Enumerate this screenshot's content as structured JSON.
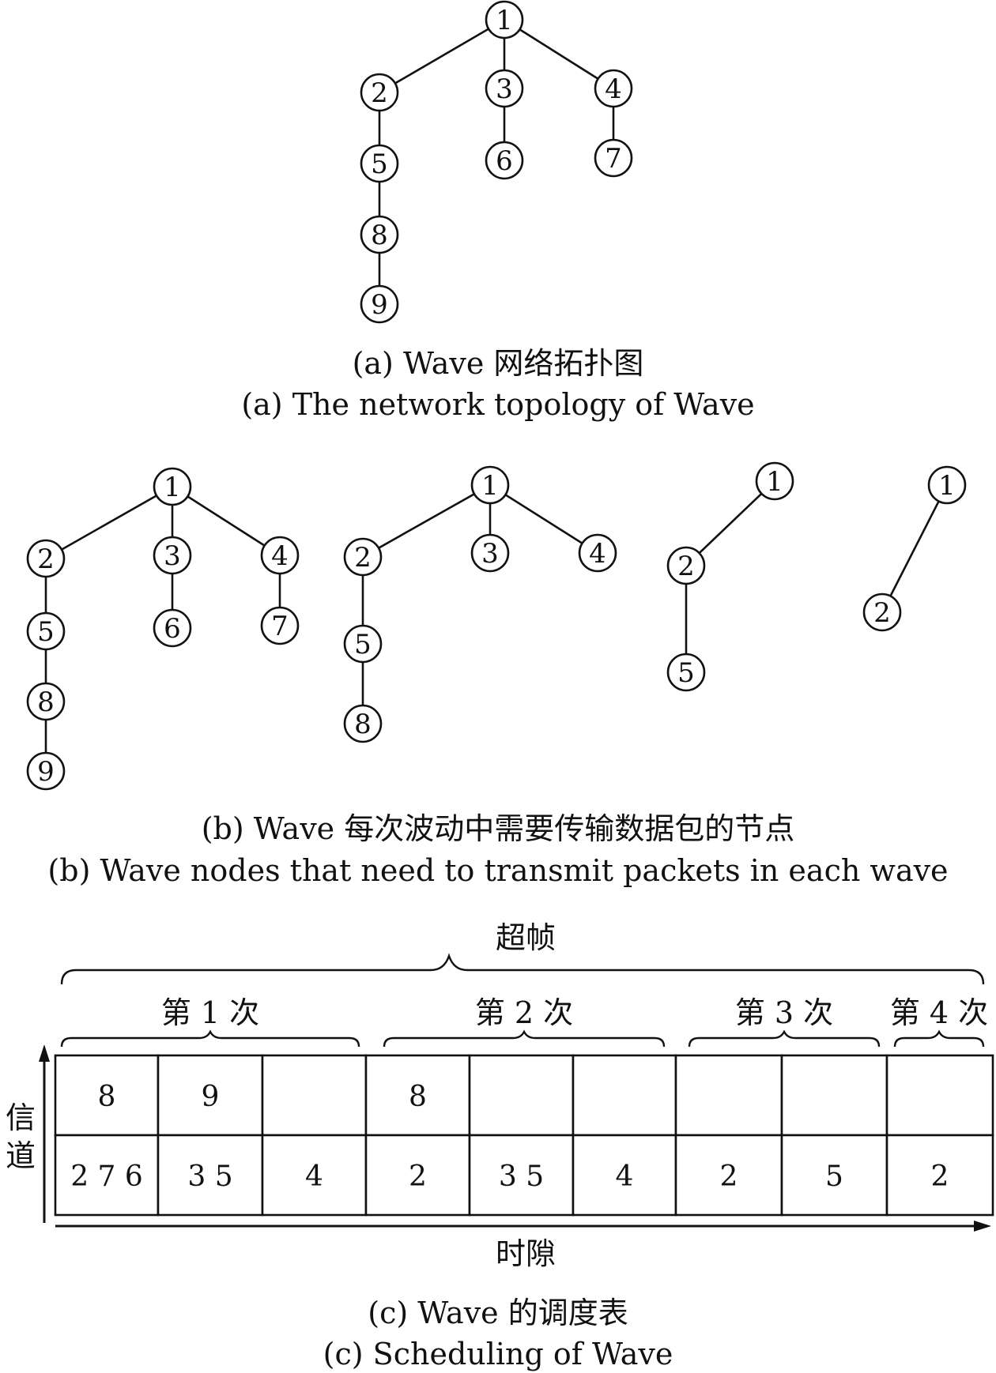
{
  "topology": {
    "nodes": [
      "1",
      "2",
      "3",
      "4",
      "5",
      "6",
      "7",
      "8",
      "9"
    ],
    "edges": [
      [
        "1",
        "2"
      ],
      [
        "1",
        "3"
      ],
      [
        "1",
        "4"
      ],
      [
        "2",
        "5"
      ],
      [
        "3",
        "6"
      ],
      [
        "4",
        "7"
      ],
      [
        "5",
        "8"
      ],
      [
        "8",
        "9"
      ]
    ]
  },
  "caption_a": {
    "zh": "(a) Wave 网络拓扑图",
    "en": "(a) The network topology of Wave"
  },
  "waves": [
    {
      "nodes": [
        "1",
        "2",
        "3",
        "4",
        "5",
        "6",
        "7",
        "8",
        "9"
      ],
      "edges": [
        [
          "1",
          "2"
        ],
        [
          "1",
          "3"
        ],
        [
          "1",
          "4"
        ],
        [
          "2",
          "5"
        ],
        [
          "3",
          "6"
        ],
        [
          "4",
          "7"
        ],
        [
          "5",
          "8"
        ],
        [
          "8",
          "9"
        ]
      ]
    },
    {
      "nodes": [
        "1",
        "2",
        "3",
        "4",
        "5",
        "8"
      ],
      "edges": [
        [
          "1",
          "2"
        ],
        [
          "1",
          "3"
        ],
        [
          "1",
          "4"
        ],
        [
          "2",
          "5"
        ],
        [
          "5",
          "8"
        ]
      ]
    },
    {
      "nodes": [
        "1",
        "2",
        "5"
      ],
      "edges": [
        [
          "1",
          "2"
        ],
        [
          "2",
          "5"
        ]
      ]
    },
    {
      "nodes": [
        "1",
        "2"
      ],
      "edges": [
        [
          "1",
          "2"
        ]
      ]
    }
  ],
  "caption_b": {
    "zh": "(b) Wave 每次波动中需要传输数据包的节点",
    "en": "(b) Wave nodes that need to transmit packets in each wave"
  },
  "schedule": {
    "superframe_label": "超帧",
    "wave_labels": [
      "第 1 次",
      "第 2 次",
      "第 3 次",
      "第 4 次"
    ],
    "channel_label": "信道",
    "timeslot_label": "时隙",
    "rows": [
      [
        "8",
        "9",
        "",
        "8",
        "",
        "",
        "",
        "",
        ""
      ],
      [
        "2 7 6",
        "3 5",
        "4",
        "2",
        "3 5",
        "4",
        "2",
        "5",
        "2"
      ]
    ]
  },
  "caption_c": {
    "zh": "(c) Wave 的调度表",
    "en": "(c) Scheduling of Wave"
  }
}
